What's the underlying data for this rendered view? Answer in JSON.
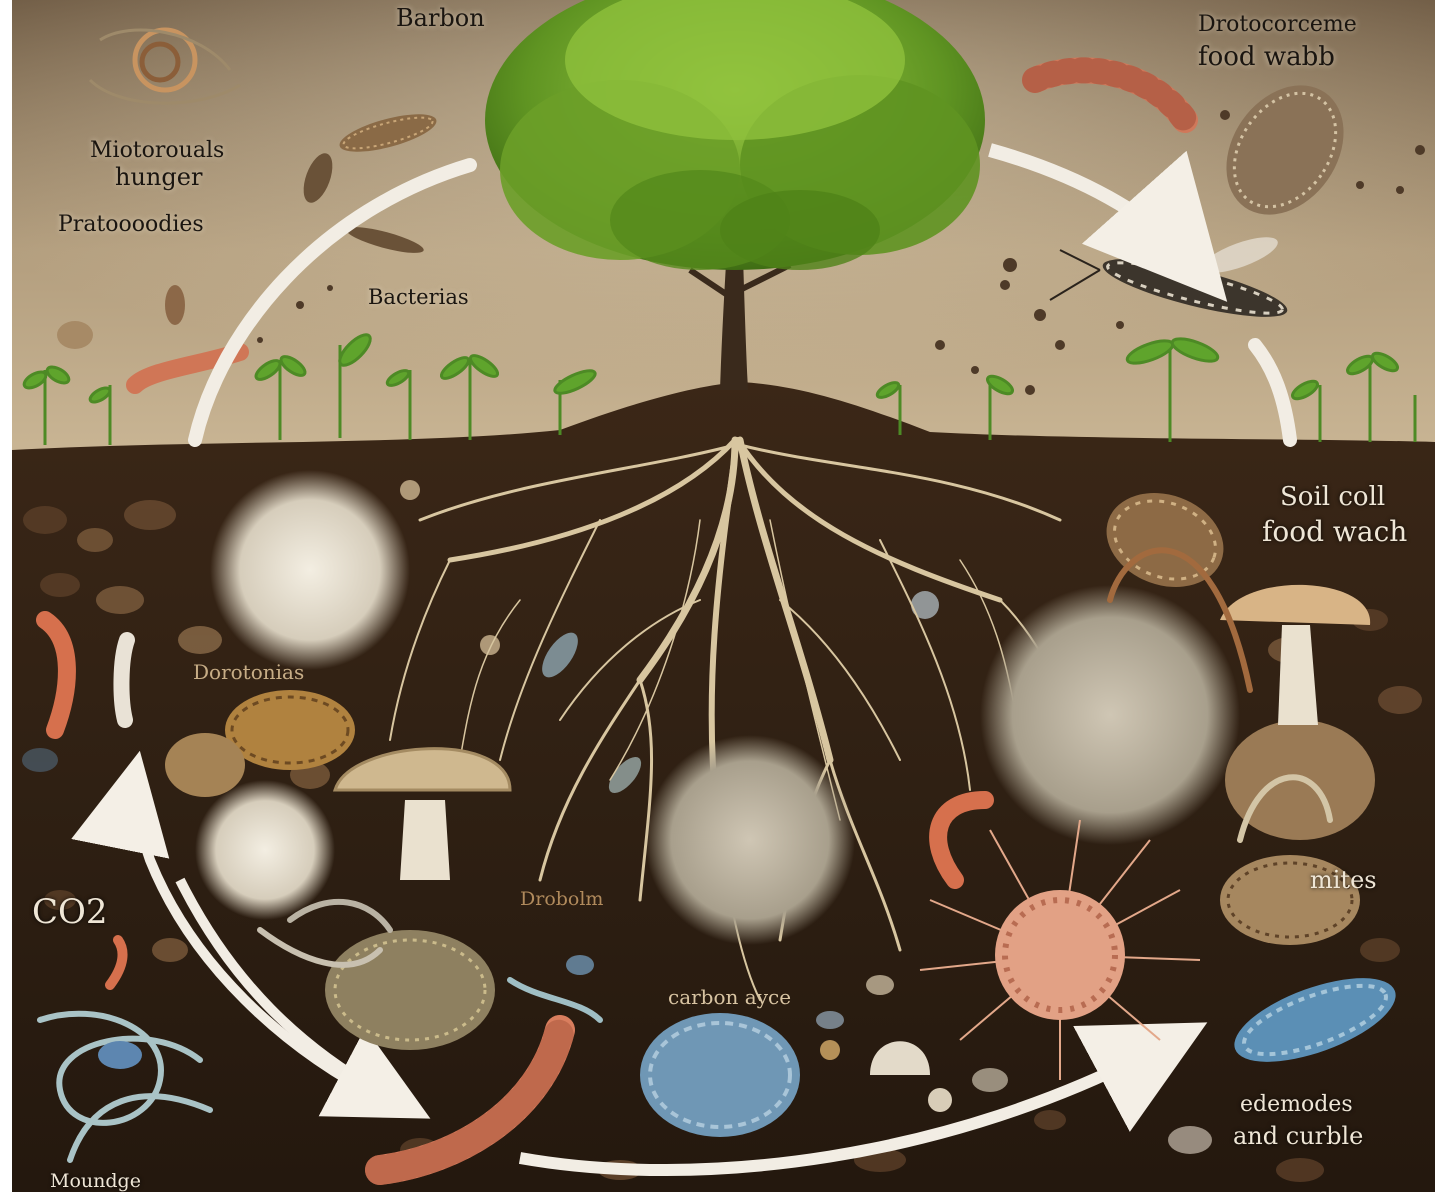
{
  "labels": {
    "barbon": "Barbon",
    "drotocorceme": "Drotocorceme",
    "food_wabb": "food wabb",
    "microtorouals": "Miotorouals",
    "hunger": "hunger",
    "protoooodies": "Pratoooodies",
    "bacterias": "Bacterias",
    "soil_coll": "Soil coll",
    "food_wach": "food wach",
    "dorotoonias": "Dorotonias",
    "co2": "CO2",
    "drobolm": "Drobolm",
    "carbon_cycle": "carbon ayce",
    "mites": "mites",
    "nematodes": "edemodes",
    "and_curble": "and curble",
    "moundge": "Moundge"
  },
  "colors": {
    "sky_top": "#8d7a5e",
    "sky_bottom": "#cbb797",
    "soil_dark": "#2a1c12",
    "soil_mid": "#4a3322",
    "leaf": "#6fa12a",
    "root": "#d9c7a2",
    "arrow": "#f2ede4",
    "worm": "#d9785a",
    "blue_organism": "#6f97b5",
    "pink_organism": "#e2a185"
  },
  "icons": [
    "tree-icon",
    "root-system-icon",
    "mushroom-icon",
    "fungal-ball-icon",
    "earthworm-icon",
    "protozoa-icon",
    "insect-icon",
    "arrow-icon"
  ]
}
